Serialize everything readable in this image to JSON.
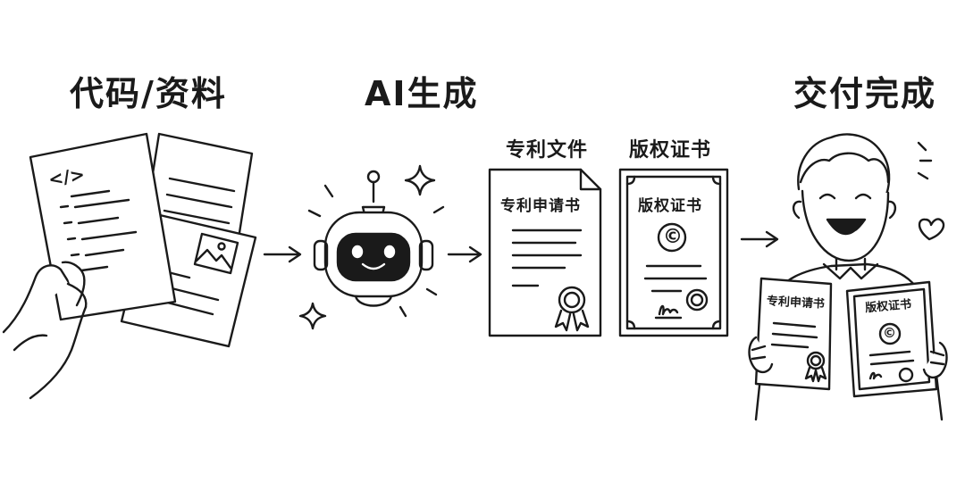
{
  "steps": [
    {
      "title": "代码/资料"
    },
    {
      "title": "AI生成"
    },
    {
      "title": "交付完成"
    }
  ],
  "outputs": {
    "patent": {
      "caption": "专利文件",
      "heading": "专利申请书"
    },
    "copyright": {
      "caption": "版权证书",
      "heading": "版权证书",
      "symbol": "©"
    }
  },
  "code_symbol": "</>",
  "colors": {
    "ink": "#1a1a1a",
    "paper": "#ffffff"
  },
  "icons": [
    "hand-icon",
    "code-document-icon",
    "image-icon",
    "robot-icon",
    "sparkle-icon",
    "arrow-right-icon",
    "ribbon-seal-icon",
    "copyright-icon",
    "signature-icon",
    "heart-icon",
    "person-icon"
  ]
}
